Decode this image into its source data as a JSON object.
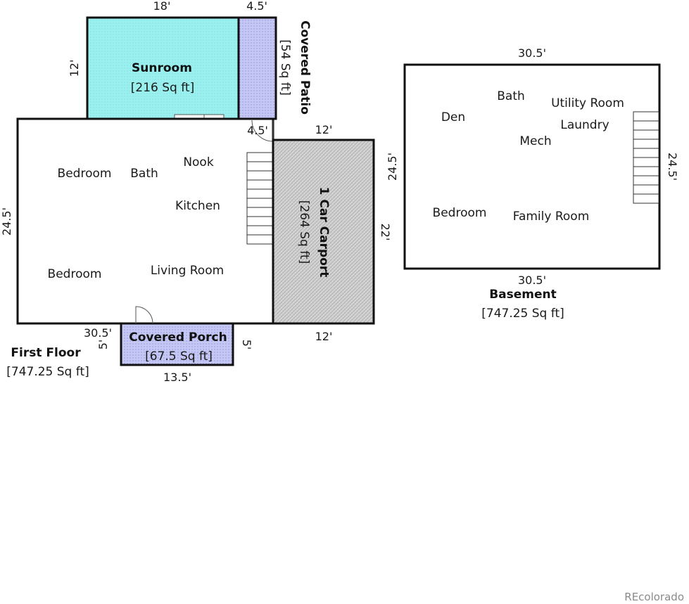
{
  "colors": {
    "sunroom_fill": "#99f0ef",
    "patio_fill": "#c5c8f4",
    "porch_fill": "#c5c8f4",
    "carport_fill": "#d6d6d6",
    "wall": "#111111",
    "watermark": "#8a8a8a"
  },
  "first_floor": {
    "title": "First Floor",
    "area": "[747.25 Sq ft]",
    "dim_bottom": "30.5'",
    "dim_left": "24.5'",
    "rooms": {
      "bedroom_top": "Bedroom",
      "bath": "Bath",
      "nook": "Nook",
      "kitchen": "Kitchen",
      "bedroom_bottom": "Bedroom",
      "living_room": "Living Room"
    }
  },
  "sunroom": {
    "title": "Sunroom",
    "area": "[216 Sq ft]",
    "dim_top": "18'",
    "dim_left": "12'"
  },
  "covered_patio": {
    "title": "Covered Patio",
    "area": "[54 Sq ft]",
    "dim_top": "4.5'",
    "dim_bottom": "4.5'"
  },
  "carport": {
    "title": "1 Car Carport",
    "area": "[264 Sq ft]",
    "dim_top": "12'",
    "dim_bottom": "12'",
    "dim_right": "22'"
  },
  "covered_porch": {
    "title": "Covered Porch",
    "area": "[67.5 Sq ft]",
    "dim_bottom": "13.5'",
    "dim_left": "5'",
    "dim_right": "5'"
  },
  "basement": {
    "title": "Basement",
    "area": "[747.25 Sq ft]",
    "dim_top": "30.5'",
    "dim_bottom": "30.5'",
    "dim_left": "24.5'",
    "dim_right": "24.5'",
    "rooms": {
      "den": "Den",
      "bath": "Bath",
      "utility_room": "Utility Room",
      "laundry": "Laundry",
      "mech": "Mech",
      "bedroom": "Bedroom",
      "family_room": "Family Room"
    }
  },
  "watermark": "REcolorado"
}
